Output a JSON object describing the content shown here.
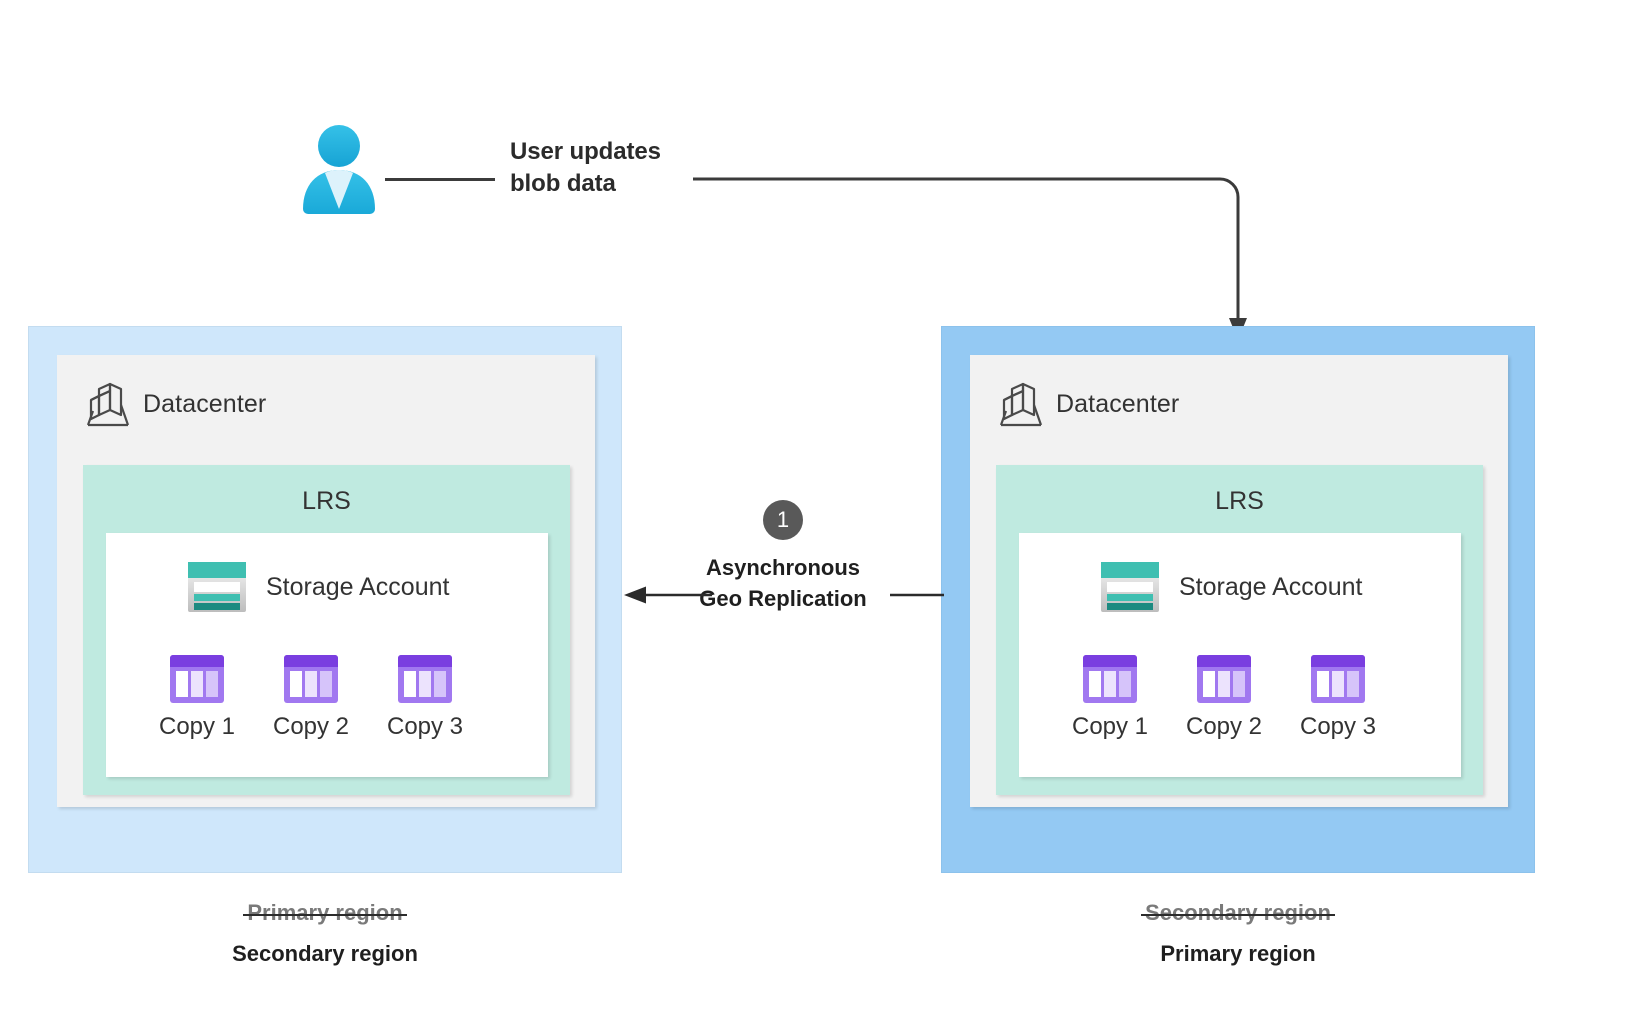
{
  "diagram": {
    "title": "Azure Storage geo-replication failover diagram",
    "user": {
      "icon": "user-person-icon",
      "label_line1": "User updates",
      "label_line2": "blob data"
    },
    "flow": {
      "arrow_name": "user-to-primary-arrow",
      "replication_arrow_name": "geo-replication-arrow"
    },
    "replication": {
      "step_number": "1",
      "label_line1": "Asynchronous",
      "label_line2": "Geo Replication"
    },
    "regions": [
      {
        "id": "left",
        "datacenter_label": "Datacenter",
        "datacenter_icon": "datacenter-icon",
        "lrs_label": "LRS",
        "storage_icon": "storage-account-icon",
        "storage_label": "Storage Account",
        "copies": [
          {
            "icon": "copy-icon",
            "label": "Copy 1"
          },
          {
            "icon": "copy-icon",
            "label": "Copy 2"
          },
          {
            "icon": "copy-icon",
            "label": "Copy 3"
          }
        ],
        "caption_struck": "Primary region",
        "caption_active": "Secondary region",
        "box_color": "#cfe7fb"
      },
      {
        "id": "right",
        "datacenter_label": "Datacenter",
        "datacenter_icon": "datacenter-icon",
        "lrs_label": "LRS",
        "storage_icon": "storage-account-icon",
        "storage_label": "Storage Account",
        "copies": [
          {
            "icon": "copy-icon",
            "label": "Copy 1"
          },
          {
            "icon": "copy-icon",
            "label": "Copy 2"
          },
          {
            "icon": "copy-icon",
            "label": "Copy 3"
          }
        ],
        "caption_struck": "Secondary region",
        "caption_active": "Primary region",
        "box_color": "#94c9f3"
      }
    ],
    "colors": {
      "region_left_blue": "#cfe7fb",
      "region_right_blue": "#94c9f3",
      "datacenter_gray": "#f2f2f2",
      "lrs_teal": "#bfeae0",
      "storage_teal": "#3fbfb1",
      "storage_teal_dark": "#1d8a80",
      "copy_purple": "#a178f0",
      "copy_purple_dark": "#7a3ee0",
      "user_blue": "#2ab4e0",
      "badge_gray": "#595959",
      "line_dark": "#3b3b3b"
    }
  }
}
